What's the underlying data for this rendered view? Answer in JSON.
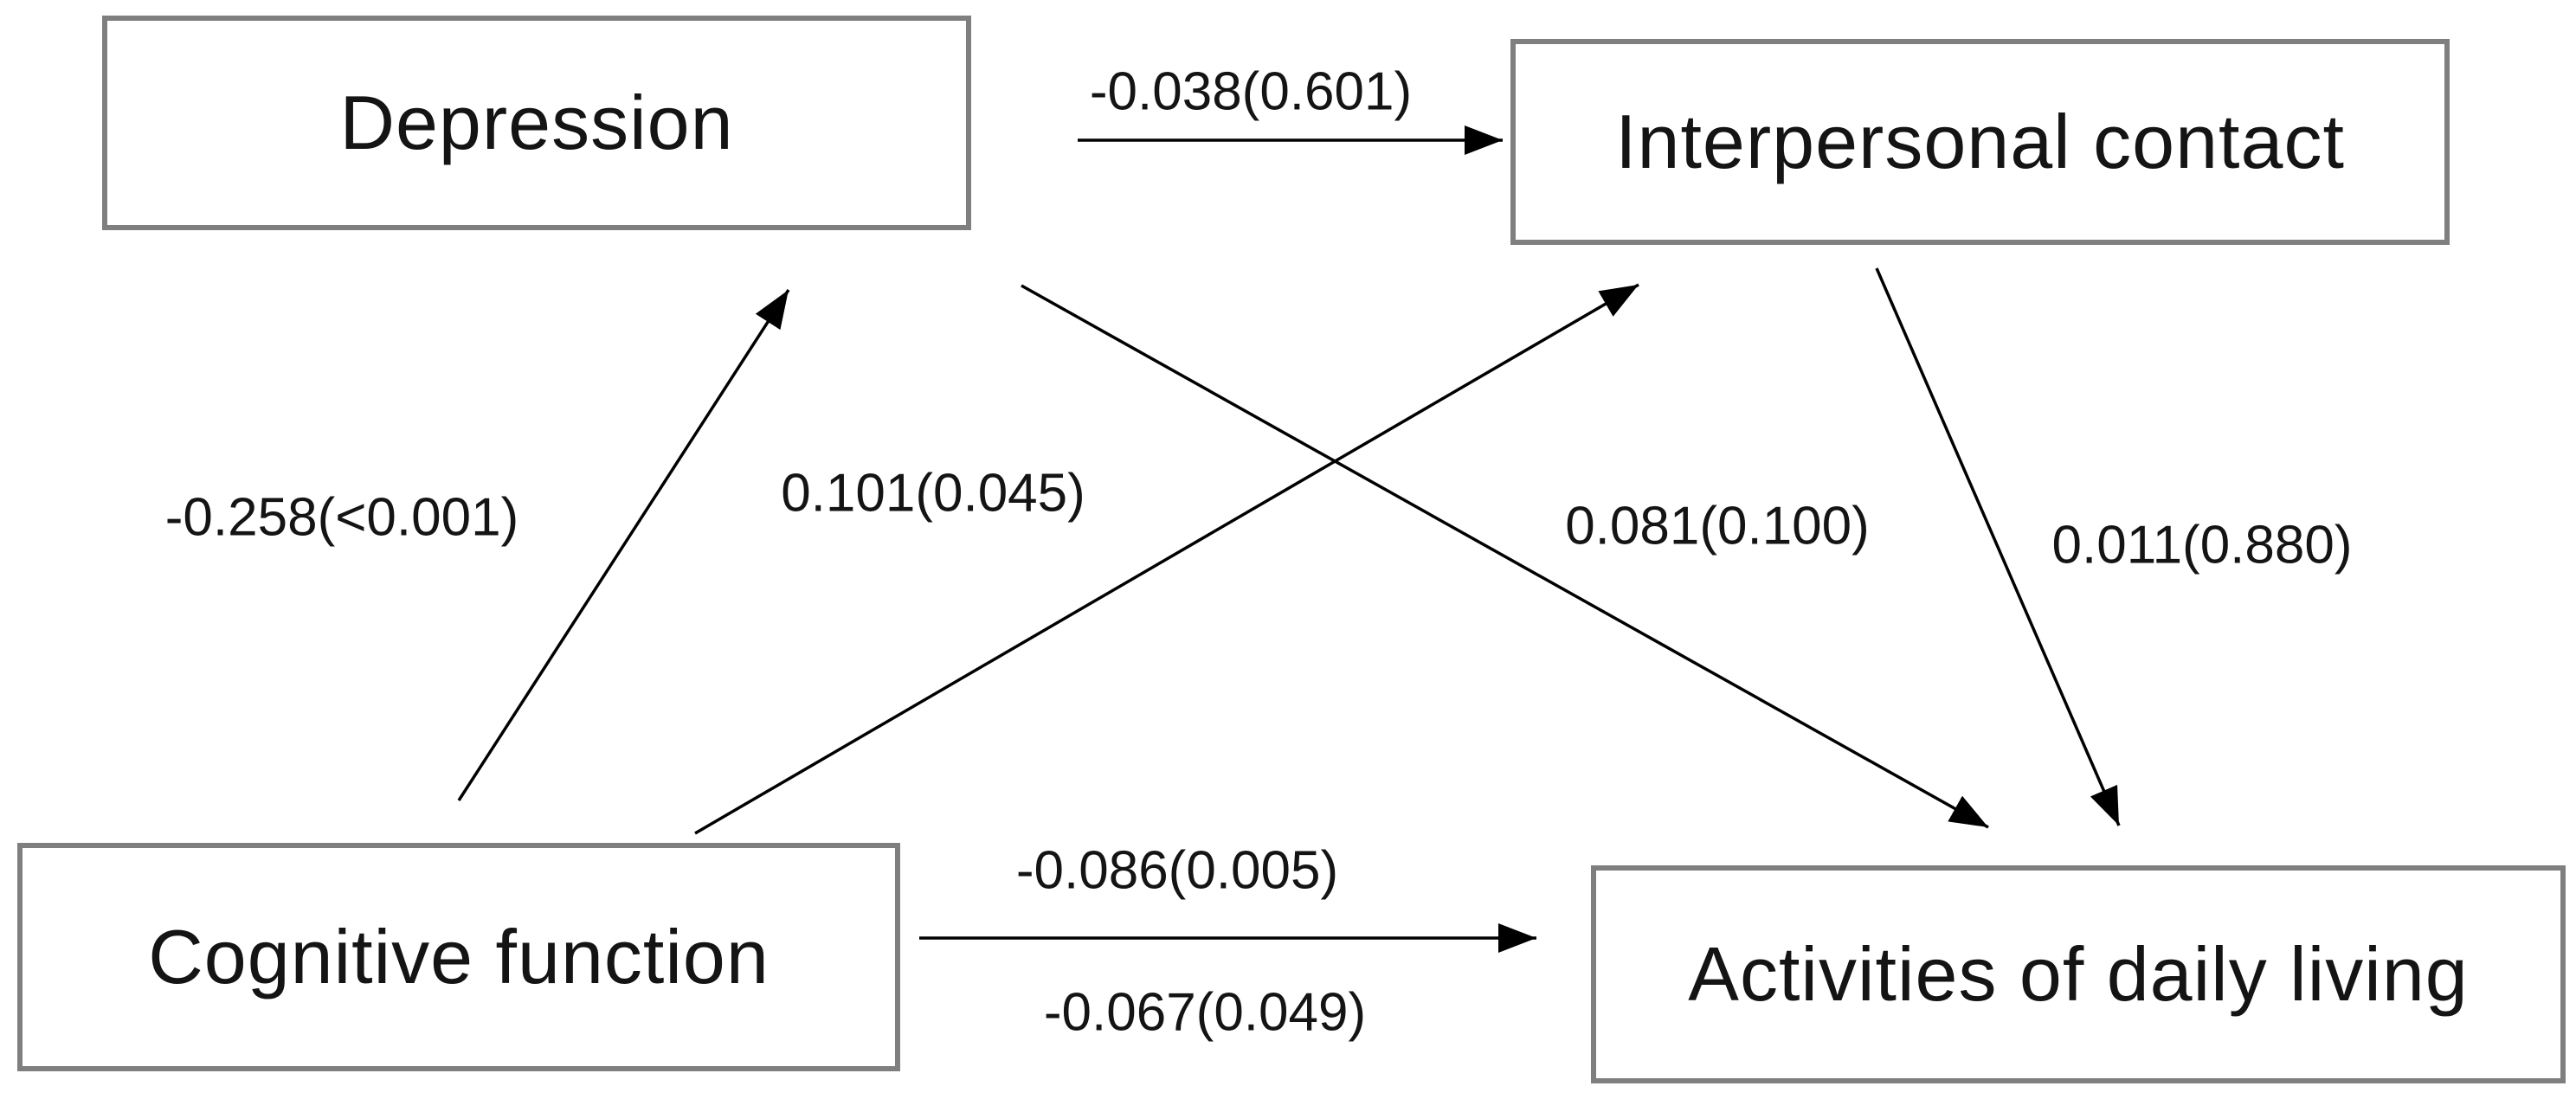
{
  "diagram": {
    "type": "path-model",
    "background": "#ffffff",
    "colors": {
      "box_border": "#7f7f7f",
      "arrow": "#000000",
      "text": "#141414"
    },
    "nodes": {
      "depression": {
        "label": "Depression"
      },
      "interpersonal_contact": {
        "label": "Interpersonal contact"
      },
      "cognitive_function": {
        "label": "Cognitive function"
      },
      "activities_of_daily_living": {
        "label": "Activities of daily living"
      }
    },
    "edges": {
      "depression_to_interpersonal": {
        "from": "Depression",
        "to": "Interpersonal contact",
        "label": "-0.038(0.601)"
      },
      "cognitive_to_depression": {
        "from": "Cognitive function",
        "to": "Depression",
        "label": "-0.258(<0.001)"
      },
      "cognitive_to_interpersonal": {
        "from": "Cognitive function",
        "to": "Interpersonal contact",
        "label": "0.101(0.045)"
      },
      "depression_to_adl": {
        "from": "Depression",
        "to": "Activities of daily living",
        "label": "0.081(0.100)"
      },
      "interpersonal_to_adl": {
        "from": "Interpersonal contact",
        "to": "Activities of daily living",
        "label": "0.011(0.880)"
      },
      "cognitive_to_adl": {
        "from": "Cognitive function",
        "to": "Activities of daily living",
        "label_above": "-0.086(0.005)",
        "label_below": "-0.067(0.049)"
      }
    }
  }
}
